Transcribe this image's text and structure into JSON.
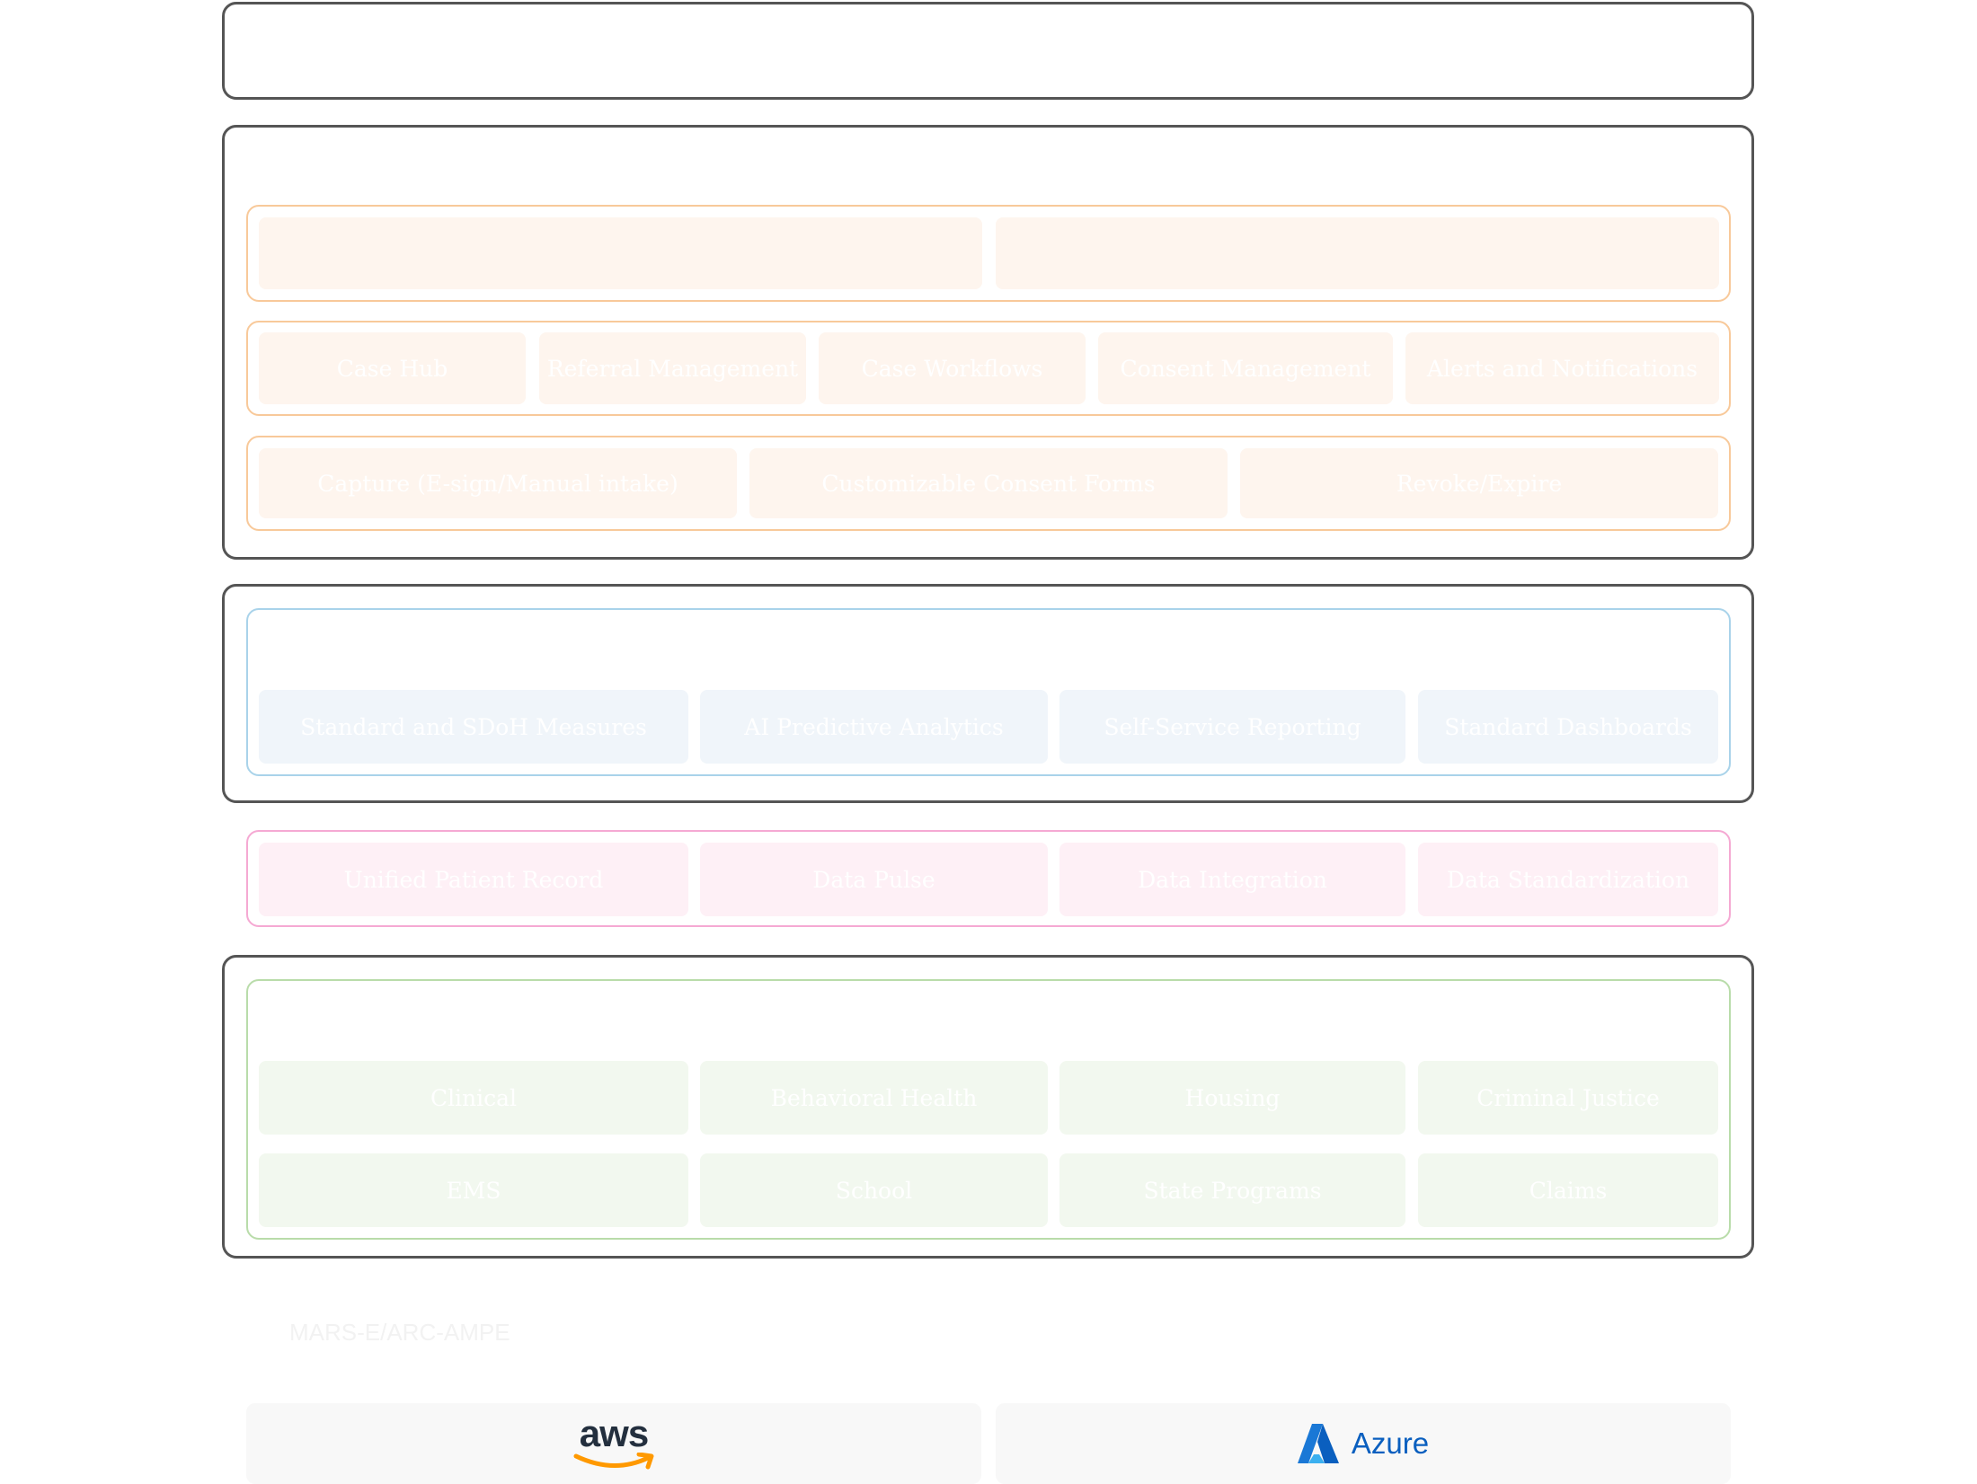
{
  "colors": {
    "frame": "#555555",
    "engagement": "#f8c99a",
    "analytics": "#a9d3ea",
    "data_core": "#f5a9d3",
    "sources": "#b9dcaa"
  },
  "engagement": {
    "row1": [
      "",
      ""
    ],
    "row2": [
      "Case Hub",
      "Referral Management",
      "Case Workflows",
      "Consent Management",
      "Alerts and Notifications"
    ],
    "row3": [
      "Capture (E-sign/Manual intake)",
      "Customizable Consent Forms",
      "Revoke/Expire"
    ]
  },
  "analytics": {
    "items": [
      "Standard and SDoH Measures",
      "AI Predictive Analytics",
      "Self-Service Reporting",
      "Standard Dashboards"
    ]
  },
  "data_core": {
    "items": [
      "Unified Patient Record",
      "Data Pulse",
      "Data Integration",
      "Data Standardization"
    ]
  },
  "sources": {
    "row1": [
      "Clinical",
      "Behavioral Health",
      "Housing",
      "Criminal Justice"
    ],
    "row2": [
      "EMS",
      "School",
      "State Programs",
      "Claims"
    ]
  },
  "footnote": "MARS-E/ARC-AMPE",
  "clouds": {
    "aws": {
      "label": "aws",
      "icon": "aws-smile-icon",
      "accent": "#ff9900"
    },
    "azure": {
      "label": "Azure",
      "icon": "azure-a-icon",
      "accent": "#0a5fbf"
    }
  }
}
